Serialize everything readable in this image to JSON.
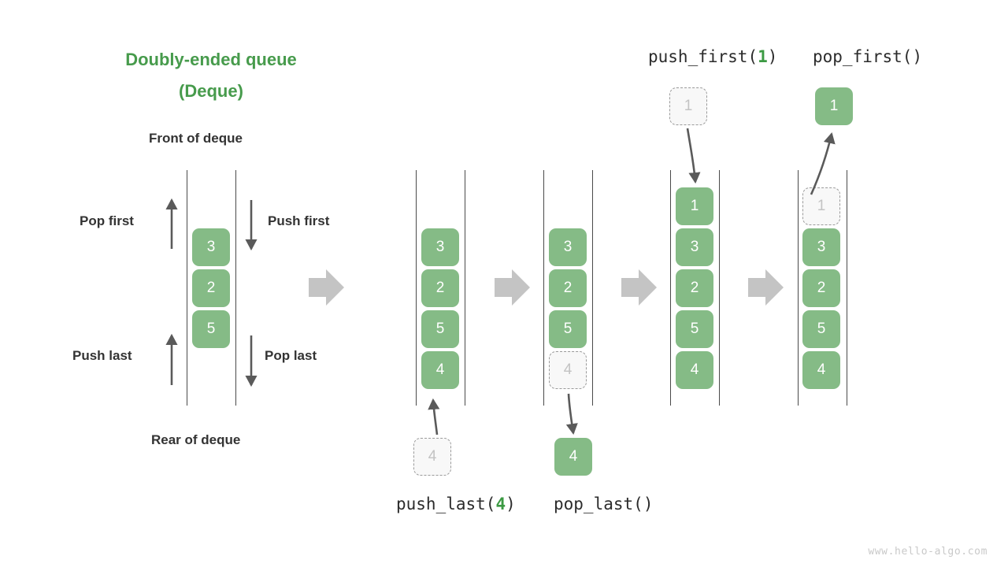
{
  "title": {
    "line1": "Doubly-ended queue",
    "line2": "(Deque)",
    "color": "#479b4c"
  },
  "legend": {
    "front_label": "Front of deque",
    "rear_label": "Rear of deque",
    "pop_first": "Pop first",
    "push_first": "Push first",
    "push_last": "Push last",
    "pop_last": "Pop last"
  },
  "colors": {
    "element_green": "#85bb86",
    "title_green": "#479b4c",
    "ghost_fill": "#f8f8f8",
    "ghost_border": "#9a9a9a",
    "ghost_text": "#c3c3c3",
    "rail": "#4a4a4a",
    "step_arrow": "#c4c4c4",
    "label_text": "#333333"
  },
  "operations": {
    "push_last": {
      "name": "push_last",
      "open": "(",
      "arg": "4",
      "close": ")"
    },
    "pop_last": {
      "name": "pop_last",
      "open": "(",
      "arg": "",
      "close": ")"
    },
    "push_first": {
      "name": "push_first",
      "open": "(",
      "arg": "1",
      "close": ")"
    },
    "pop_first": {
      "name": "pop_first",
      "open": "(",
      "arg": "",
      "close": ")"
    }
  },
  "legend_deque": {
    "elements": [
      "3",
      "2",
      "5"
    ]
  },
  "stages": [
    {
      "id": "stage-initial",
      "elements": [
        "3",
        "2",
        "5",
        "4"
      ],
      "ghost_index": -1,
      "floating": null
    },
    {
      "id": "stage-after-push-last",
      "elements": [
        "3",
        "2",
        "5",
        "4"
      ],
      "ghost_index": 3,
      "floating": {
        "value": "4",
        "ghost": false,
        "position": "bottom"
      }
    },
    {
      "id": "stage-after-pop-last",
      "elements": [
        "1",
        "3",
        "2",
        "5",
        "4"
      ],
      "ghost_index": -1,
      "floating": {
        "value": "1",
        "ghost": true,
        "position": "top"
      }
    },
    {
      "id": "stage-after-push-first",
      "elements": [
        "1",
        "3",
        "2",
        "5",
        "4"
      ],
      "ghost_index": 0,
      "floating": {
        "value": "1",
        "ghost": false,
        "position": "top"
      }
    }
  ],
  "floating_boxes": {
    "push_last_ghost": "4",
    "pop_last_result": "4",
    "push_first_ghost": "1",
    "pop_first_result": "1"
  },
  "watermark": "www.hello-algo.com"
}
